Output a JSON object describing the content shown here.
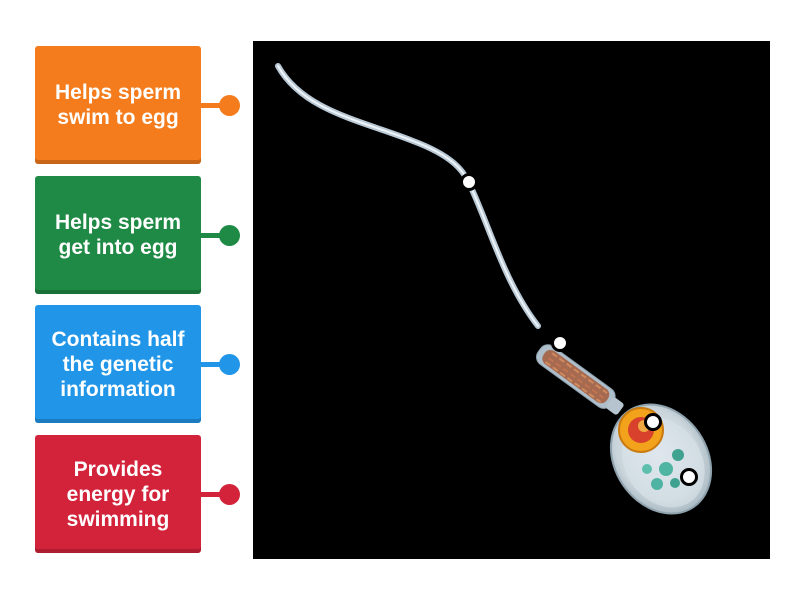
{
  "labels": [
    {
      "text": "Helps sperm swim to egg",
      "color": "#f47c1c"
    },
    {
      "text": "Helps sperm get into egg",
      "color": "#1f8a45"
    },
    {
      "text": "Contains half the genetic information",
      "color": "#2196e8"
    },
    {
      "text": "Provides energy for swimming",
      "color": "#d3233a"
    }
  ]
}
